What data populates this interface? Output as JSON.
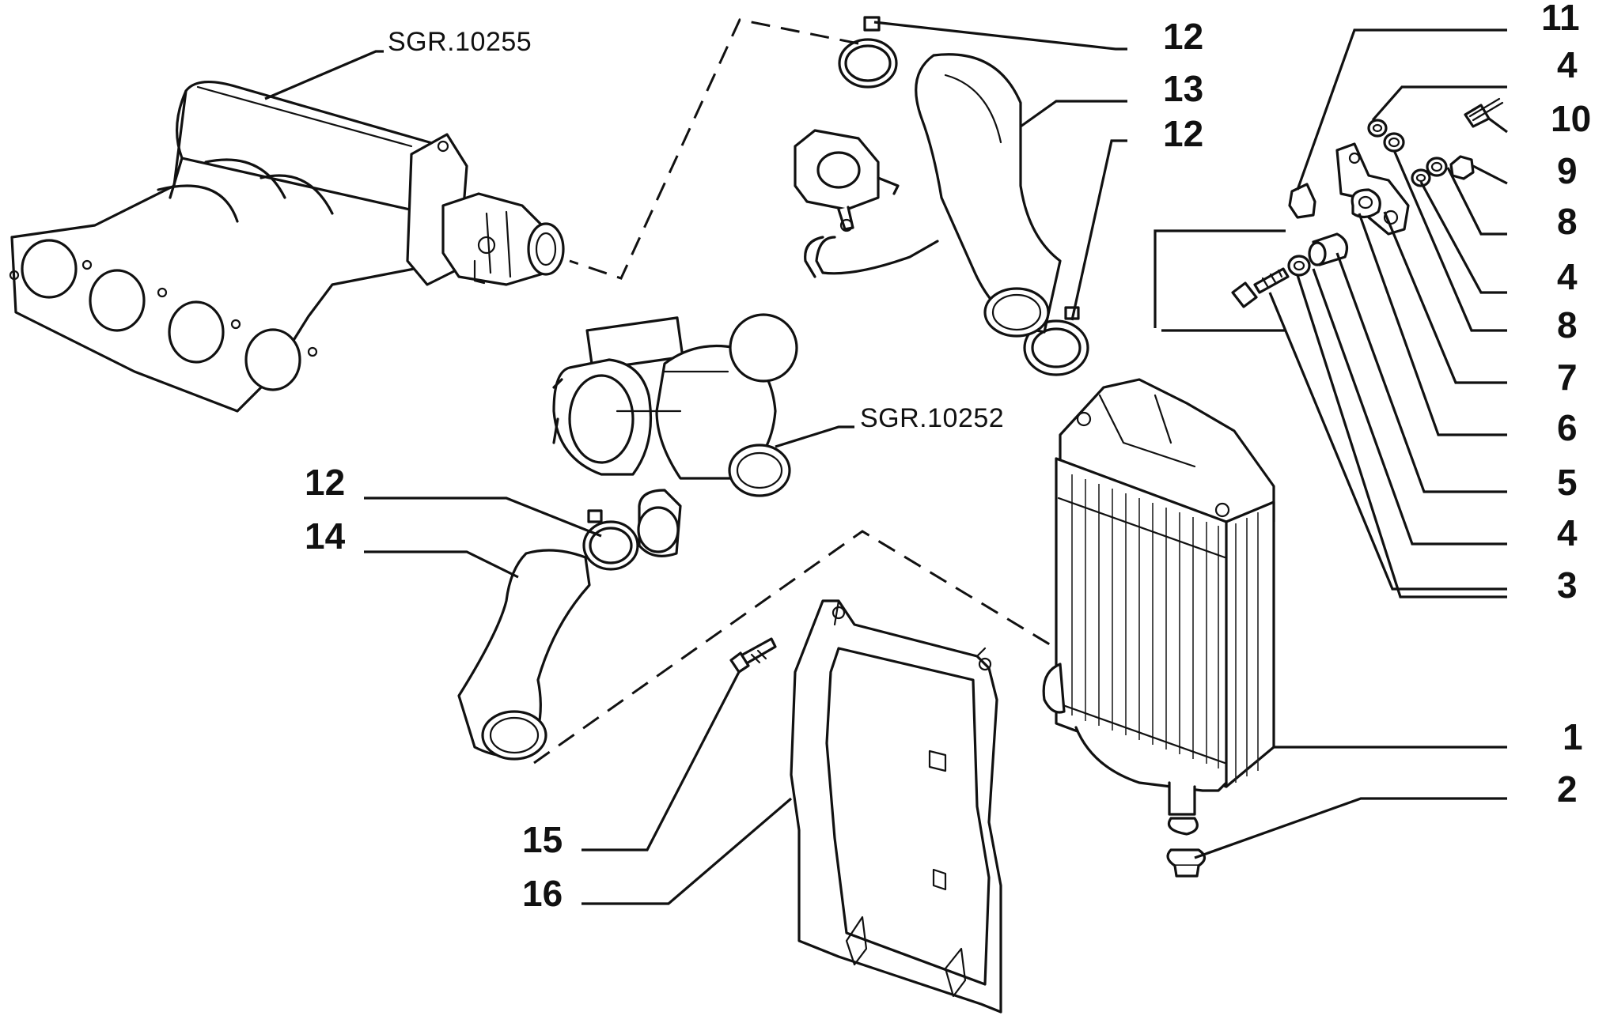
{
  "references": {
    "intake_manifold": "SGR.10255",
    "turbocharger": "SGR.10252"
  },
  "callouts": {
    "c1": "1",
    "c2": "2",
    "c3": "3",
    "c4a": "4",
    "c4b": "4",
    "c4c": "4",
    "c5": "5",
    "c6": "6",
    "c7": "7",
    "c8a": "8",
    "c8b": "8",
    "c9": "9",
    "c10": "10",
    "c11": "11",
    "c12a": "12",
    "c12b": "12",
    "c12c": "12",
    "c13": "13",
    "c14": "14",
    "c15": "15",
    "c16": "16"
  }
}
